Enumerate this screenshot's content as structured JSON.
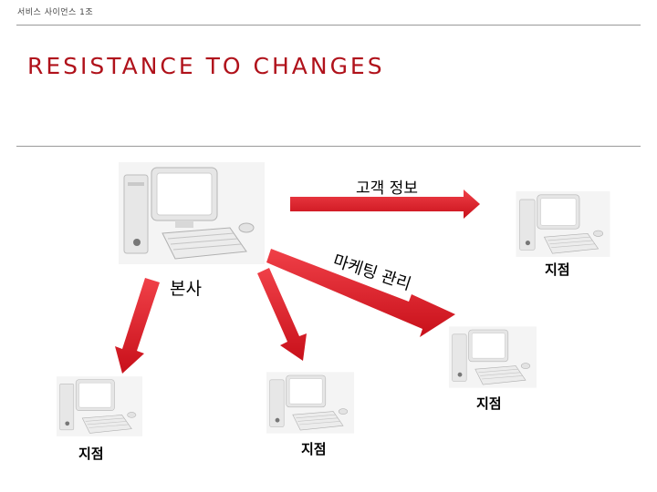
{
  "header": {
    "label": "서비스 사이언스 1조"
  },
  "title": "RESISTANCE TO CHANGES",
  "diagram": {
    "hq_label": "본사",
    "branch_label": "지점",
    "arrow_labels": {
      "customer_info": "고객 정보",
      "marketing_mgmt": "마케팅 관리"
    }
  },
  "colors": {
    "title": "#b0121b",
    "arrow": "#e01a24",
    "rule": "#9a9a9a"
  }
}
